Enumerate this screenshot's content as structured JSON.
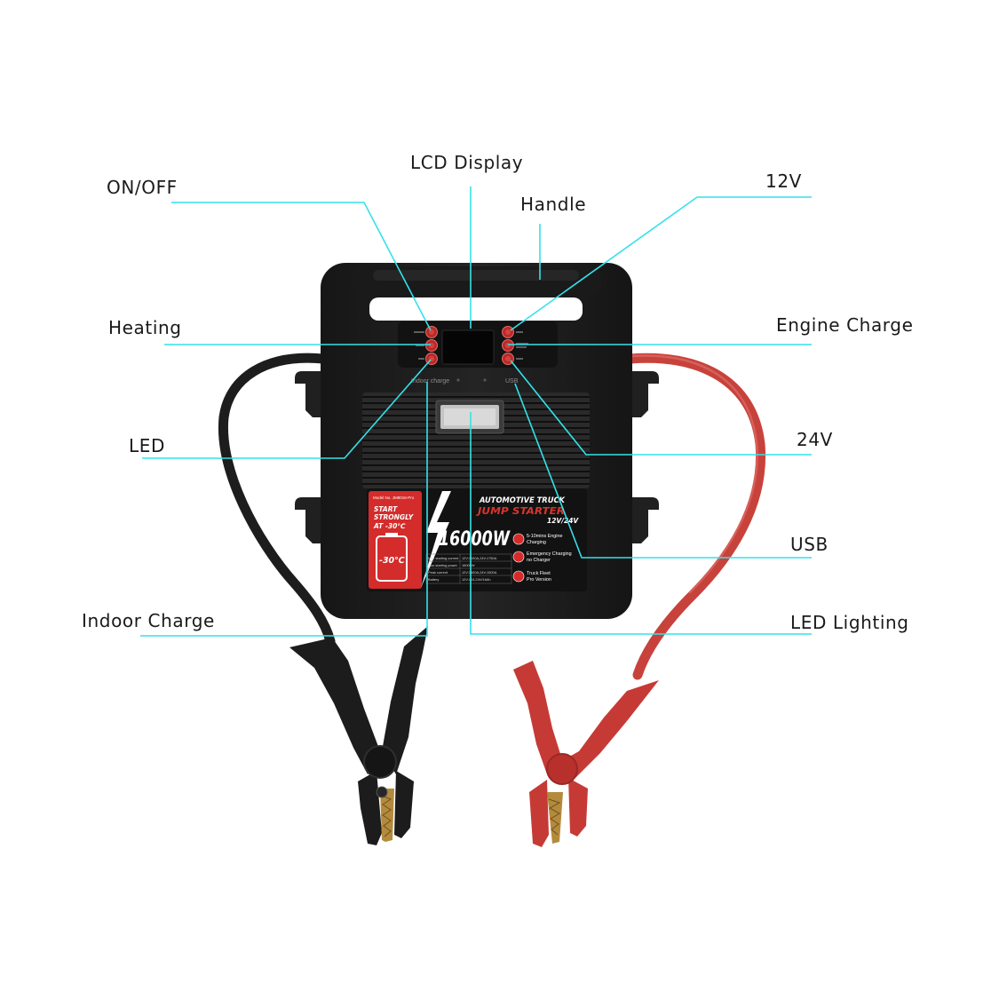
{
  "callouts": {
    "on_off": "ON/OFF",
    "lcd_display": "LCD Display",
    "handle": "Handle",
    "v12": "12V",
    "heating": "Heating",
    "engine_charge": "Engine Charge",
    "led": "LED",
    "v24": "24V",
    "usb": "USB",
    "indoor_charge": "Indoor Charge",
    "led_lighting": "LED Lighting"
  },
  "device": {
    "panel": {
      "indoor_charge_label": "Indoor charge",
      "usb_label": "USB"
    },
    "sticker": {
      "model_no": "Model No. JM8016-Pro",
      "slogan": [
        "START",
        "STRONGLY",
        "AT -30℃"
      ],
      "badge_temp": "-30℃",
      "power": "16000W",
      "category": "AUTOMOTIVE TRUCK",
      "product": "JUMP STARTER",
      "voltage": "12V/24V",
      "features": [
        {
          "icon": "timer-icon",
          "line1": "5-10mins Engine",
          "line2": "Charging"
        },
        {
          "icon": "plug-icon",
          "line1": "Emergency Charging",
          "line2": "no Charger"
        },
        {
          "icon": "truck-icon",
          "line1": "Truck Fleet",
          "line2": "Pro Version"
        }
      ],
      "specs": [
        {
          "label": "Max starting current",
          "value": "12V:3000A,24V:1750A"
        },
        {
          "label": "Max starting power",
          "value": "16000W"
        },
        {
          "label": "Peak current",
          "value": "12V:1600A,24V:1500A"
        },
        {
          "label": "Battery",
          "value": "12V:104,24V/16Ah"
        }
      ]
    }
  },
  "colors": {
    "callout_line": "#35e1ea",
    "body": "#1e1e1e",
    "accent_red": "#d42b2b",
    "cable_positive": "#c8423c",
    "cable_negative": "#1d1d1d",
    "clamp_teeth": "#b48a3c"
  }
}
